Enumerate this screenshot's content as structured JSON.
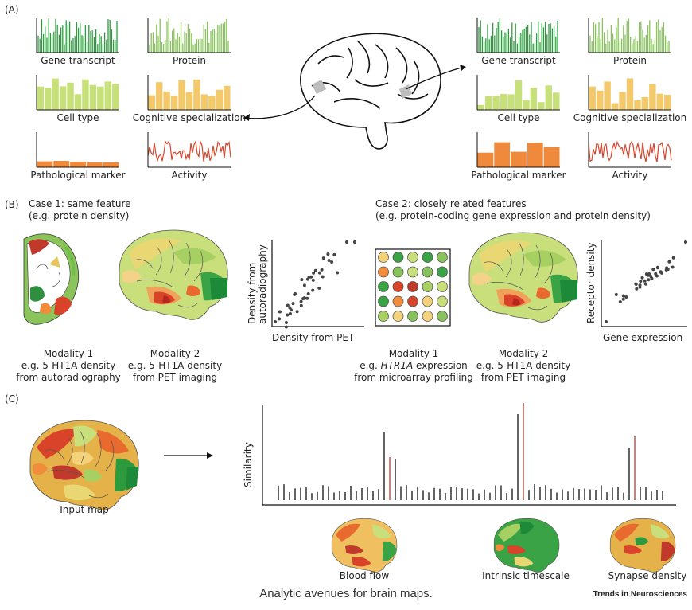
{
  "panel_labels": {
    "a": "(A)",
    "b": "(B)",
    "c": "(C)"
  },
  "panel_a": {
    "features": [
      {
        "key": "gene",
        "label": "Gene transcript",
        "color": "#2e9a3e",
        "kind": "dense"
      },
      {
        "key": "protein",
        "label": "Protein",
        "color": "#87c35a",
        "kind": "dense"
      },
      {
        "key": "celltype",
        "label": "Cell type",
        "color": "#c8e07a",
        "kind": "bars"
      },
      {
        "key": "cognitive",
        "label": "Cognitive specialization",
        "color": "#f3c96c",
        "kind": "bars"
      },
      {
        "key": "pathological",
        "label": "Pathological marker",
        "color": "#ef8a3c",
        "kind": "bars"
      },
      {
        "key": "activity",
        "label": "Activity",
        "color": "#d9432a",
        "kind": "line"
      }
    ]
  },
  "panel_b": {
    "case1": {
      "title": "Case 1: same feature",
      "subtitle": "(e.g. protein density)"
    },
    "case2": {
      "title": "Case 2: closely related features",
      "subtitle": "(e.g. protein-coding gene expression and protein density)"
    },
    "scatter1": {
      "xlabel": "Density from PET",
      "ylabel_line1": "Density from",
      "ylabel_line2": "autoradiography"
    },
    "scatter2": {
      "xlabel": "Gene expression",
      "ylabel": "Receptor density"
    },
    "modalities": [
      {
        "line1": "Modality 1",
        "line2": "e.g. 5-HT1A density",
        "line3": "from autoradiography"
      },
      {
        "line1": "Modality 2",
        "line2": "e.g. 5-HT1A density",
        "line3": "from PET imaging"
      },
      {
        "line1": "Modality 1",
        "line2_italic": "HTR1A",
        "line2_pre": "e.g. ",
        "line2_post": " expression",
        "line3": "from microarray profiling"
      },
      {
        "line1": "Modality 2",
        "line2": "e.g. 5-HT1A density",
        "line3": "from PET imaging"
      }
    ]
  },
  "panel_c": {
    "input_label": "Input map",
    "ylabel": "Similarity",
    "highlight_color": "#c0392b",
    "targets": [
      {
        "label": "Blood flow"
      },
      {
        "label": "Intrinsic timescale"
      },
      {
        "label": "Synapse density"
      }
    ]
  },
  "caption": "Analytic avenues for brain maps.",
  "credit": "Trends in Neurosciences"
}
